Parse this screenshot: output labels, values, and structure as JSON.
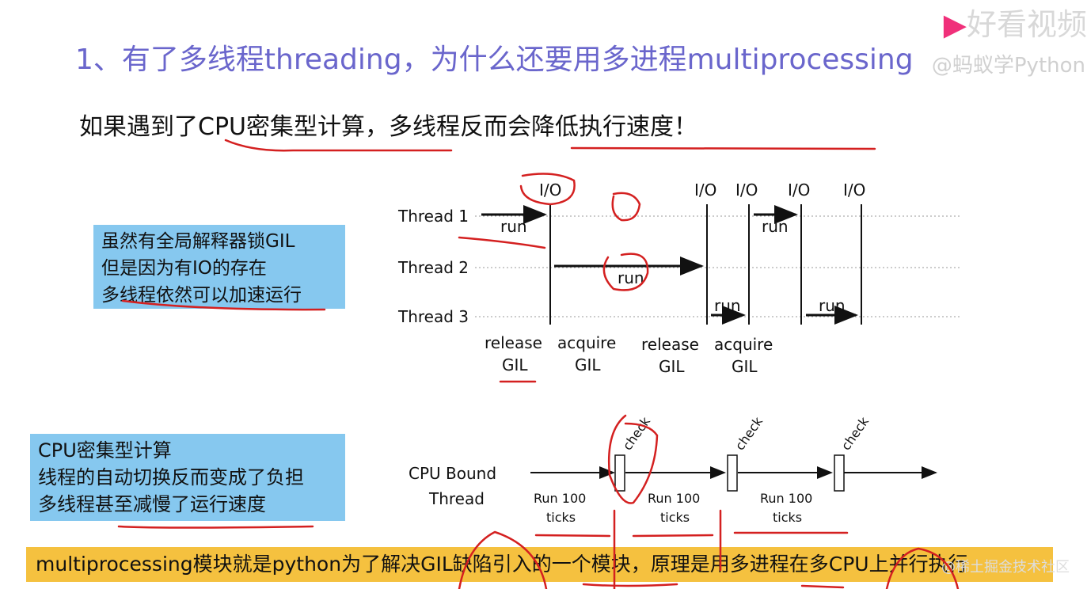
{
  "slide": {
    "title": "1、有了多线程threading，为什么还要用多进程multiprocessing",
    "subtitle": "如果遇到了CPU密集型计算，多线程反而会降低执行速度！",
    "io_box": [
      "虽然有全局解释器锁GIL",
      "但是因为有IO的存在",
      "多线程依然可以加速运行"
    ],
    "cpu_box": [
      "CPU密集型计算",
      "线程的自动切换反而变成了负担",
      "多线程甚至减慢了运行速度"
    ],
    "conclusion": "multiprocessing模块就是python为了解决GIL缺陷引入的一个模块，原理是用多进程在多CPU上并行执行"
  },
  "io_diagram": {
    "threads": [
      "Thread 1",
      "Thread 2",
      "Thread 3"
    ],
    "io_label": "I/O",
    "run_label": "run",
    "release": [
      "release",
      "GIL"
    ],
    "acquire": [
      "acquire",
      "GIL"
    ]
  },
  "cpu_diagram": {
    "label": [
      "CPU Bound",
      "Thread"
    ],
    "check_label": "check",
    "run_label": [
      "Run 100",
      "ticks"
    ]
  },
  "watermarks": {
    "top": "好看视频",
    "author": "@蚂蚁学Python",
    "bottom": "@稀土掘金技术社区"
  },
  "colors": {
    "title": "#6a66cc",
    "box": "#86c8ef",
    "highlight": "#f5c13f",
    "annotation": "#d42020"
  }
}
